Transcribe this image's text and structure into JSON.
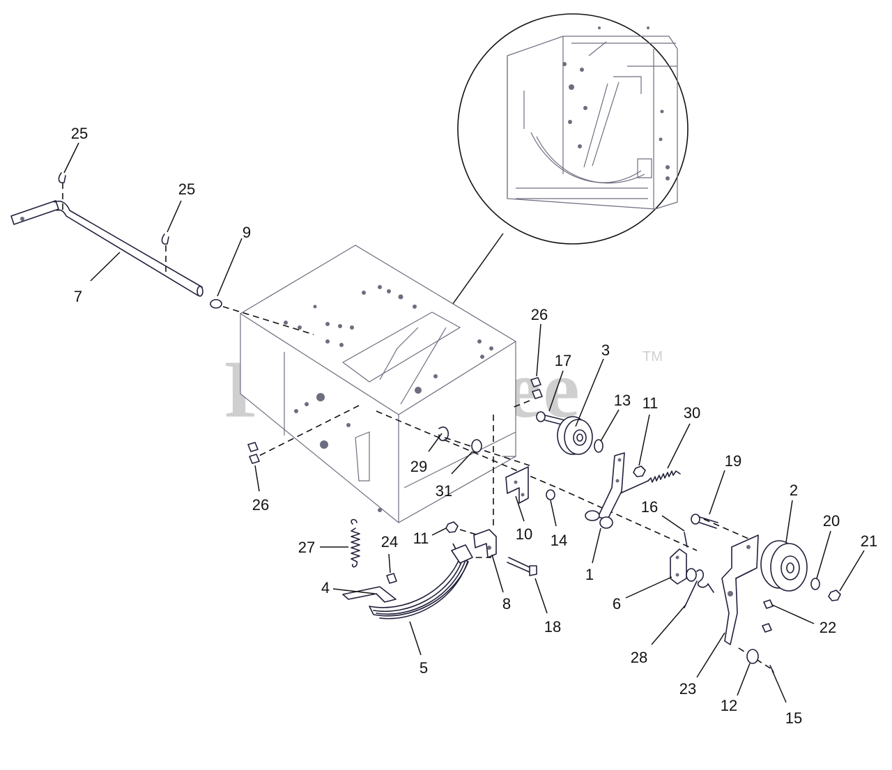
{
  "diagram": {
    "watermark": "PartsTree",
    "trademark": "TM",
    "callouts": [
      {
        "id": "25a",
        "label": "25"
      },
      {
        "id": "25b",
        "label": "25"
      },
      {
        "id": "9",
        "label": "9"
      },
      {
        "id": "7",
        "label": "7"
      },
      {
        "id": "26a",
        "label": "26"
      },
      {
        "id": "17",
        "label": "17"
      },
      {
        "id": "3",
        "label": "3"
      },
      {
        "id": "13",
        "label": "13"
      },
      {
        "id": "11a",
        "label": "11"
      },
      {
        "id": "30",
        "label": "30"
      },
      {
        "id": "19",
        "label": "19"
      },
      {
        "id": "2",
        "label": "2"
      },
      {
        "id": "20",
        "label": "20"
      },
      {
        "id": "21",
        "label": "21"
      },
      {
        "id": "29",
        "label": "29"
      },
      {
        "id": "31",
        "label": "31"
      },
      {
        "id": "26b",
        "label": "26"
      },
      {
        "id": "16",
        "label": "16"
      },
      {
        "id": "10",
        "label": "10"
      },
      {
        "id": "14",
        "label": "14"
      },
      {
        "id": "1",
        "label": "1"
      },
      {
        "id": "27",
        "label": "27"
      },
      {
        "id": "24",
        "label": "24"
      },
      {
        "id": "11b",
        "label": "11"
      },
      {
        "id": "4",
        "label": "4"
      },
      {
        "id": "8",
        "label": "8"
      },
      {
        "id": "18",
        "label": "18"
      },
      {
        "id": "5",
        "label": "5"
      },
      {
        "id": "6",
        "label": "6"
      },
      {
        "id": "22",
        "label": "22"
      },
      {
        "id": "28",
        "label": "28"
      },
      {
        "id": "23",
        "label": "23"
      },
      {
        "id": "12",
        "label": "12"
      },
      {
        "id": "15",
        "label": "15"
      }
    ]
  }
}
